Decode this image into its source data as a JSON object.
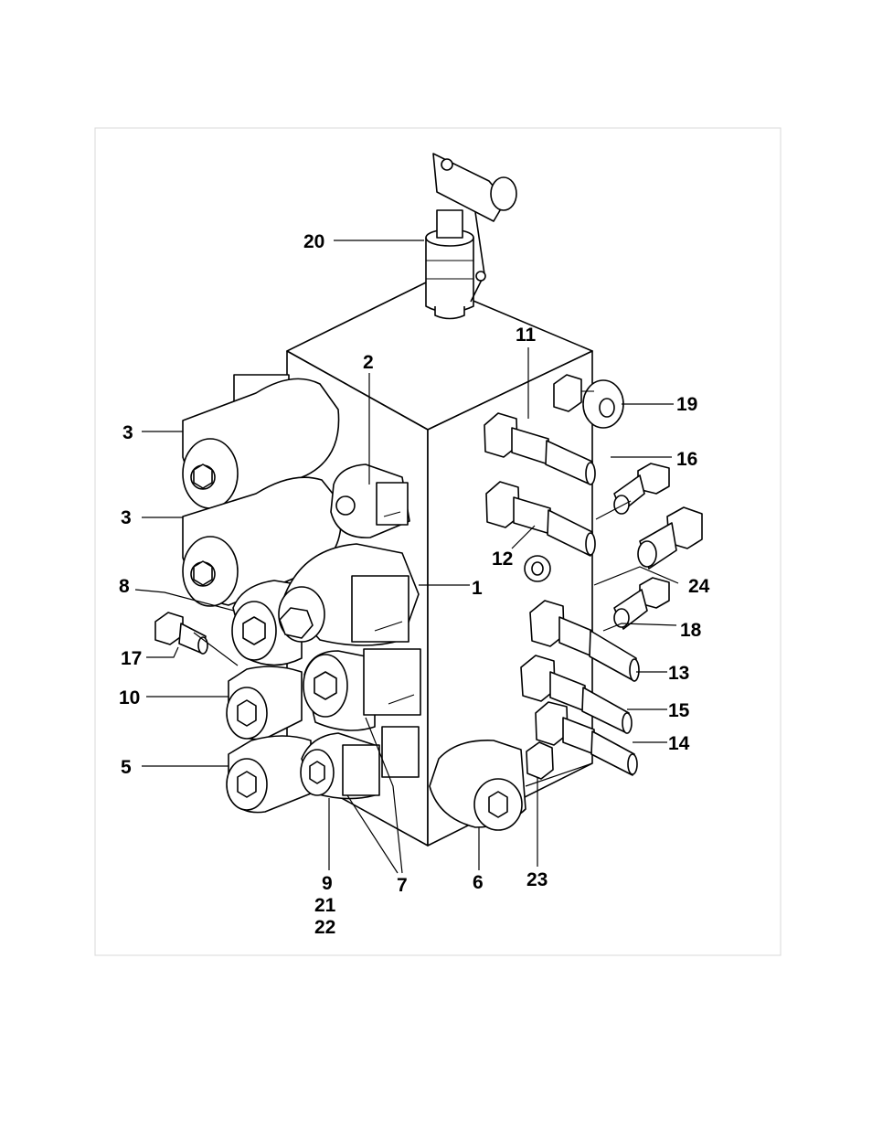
{
  "callouts": [
    {
      "id": "c20",
      "text": "20"
    },
    {
      "id": "c11",
      "text": "11"
    },
    {
      "id": "c2",
      "text": "2"
    },
    {
      "id": "c19",
      "text": "19"
    },
    {
      "id": "c3a",
      "text": "3"
    },
    {
      "id": "c16",
      "text": "16"
    },
    {
      "id": "c3b",
      "text": "3"
    },
    {
      "id": "c12",
      "text": "12"
    },
    {
      "id": "c8",
      "text": "8"
    },
    {
      "id": "c1",
      "text": "1"
    },
    {
      "id": "c24",
      "text": "24"
    },
    {
      "id": "c18",
      "text": "18"
    },
    {
      "id": "c17",
      "text": "17"
    },
    {
      "id": "c13",
      "text": "13"
    },
    {
      "id": "c10",
      "text": "10"
    },
    {
      "id": "c15",
      "text": "15"
    },
    {
      "id": "c14",
      "text": "14"
    },
    {
      "id": "c5",
      "text": "5"
    },
    {
      "id": "c9",
      "text": "9"
    },
    {
      "id": "c21",
      "text": "21"
    },
    {
      "id": "c22",
      "text": "22"
    },
    {
      "id": "c7",
      "text": "7"
    },
    {
      "id": "c6",
      "text": "6"
    },
    {
      "id": "c23",
      "text": "23"
    }
  ]
}
